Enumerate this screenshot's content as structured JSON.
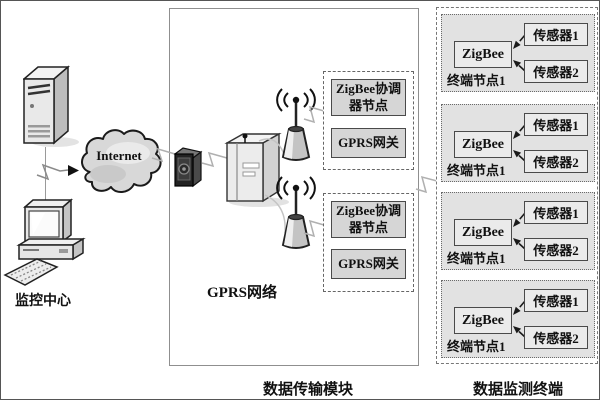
{
  "figure": {
    "monitoring_center": {
      "label": "监控中心"
    },
    "internet_cloud": {
      "label": "Internet"
    },
    "gprs_module": {
      "network_label": "GPRS网络",
      "caption": "数据传输模块",
      "coordinator_groups": [
        {
          "coordinator_label": "ZigBee协调器节点",
          "gateway_label": "GPRS网关"
        },
        {
          "coordinator_label": "ZigBee协调器节点",
          "gateway_label": "GPRS网关"
        }
      ]
    },
    "terminal_section": {
      "caption": "数据监测终端",
      "nodes": [
        {
          "zigbee_label": "ZigBee",
          "sensor1_label": "传感器1",
          "sensor2_label": "传感器2",
          "node_label": "终端节点1"
        },
        {
          "zigbee_label": "ZigBee",
          "sensor1_label": "传感器1",
          "sensor2_label": "传感器2",
          "node_label": "终端节点1"
        },
        {
          "zigbee_label": "ZigBee",
          "sensor1_label": "传感器1",
          "sensor2_label": "传感器2",
          "node_label": "终端节点1"
        },
        {
          "zigbee_label": "ZigBee",
          "sensor1_label": "传感器1",
          "sensor2_label": "传感器2",
          "node_label": "终端节点1"
        }
      ]
    },
    "colors": {
      "coordinator_box_fill": "#d6d6d6",
      "terminal_node_fill": "#e2e2e2",
      "inner_box_fill": "#ebebeb",
      "connector_gray": "#b0b0b0",
      "border_dark": "#4a4a4a"
    }
  }
}
